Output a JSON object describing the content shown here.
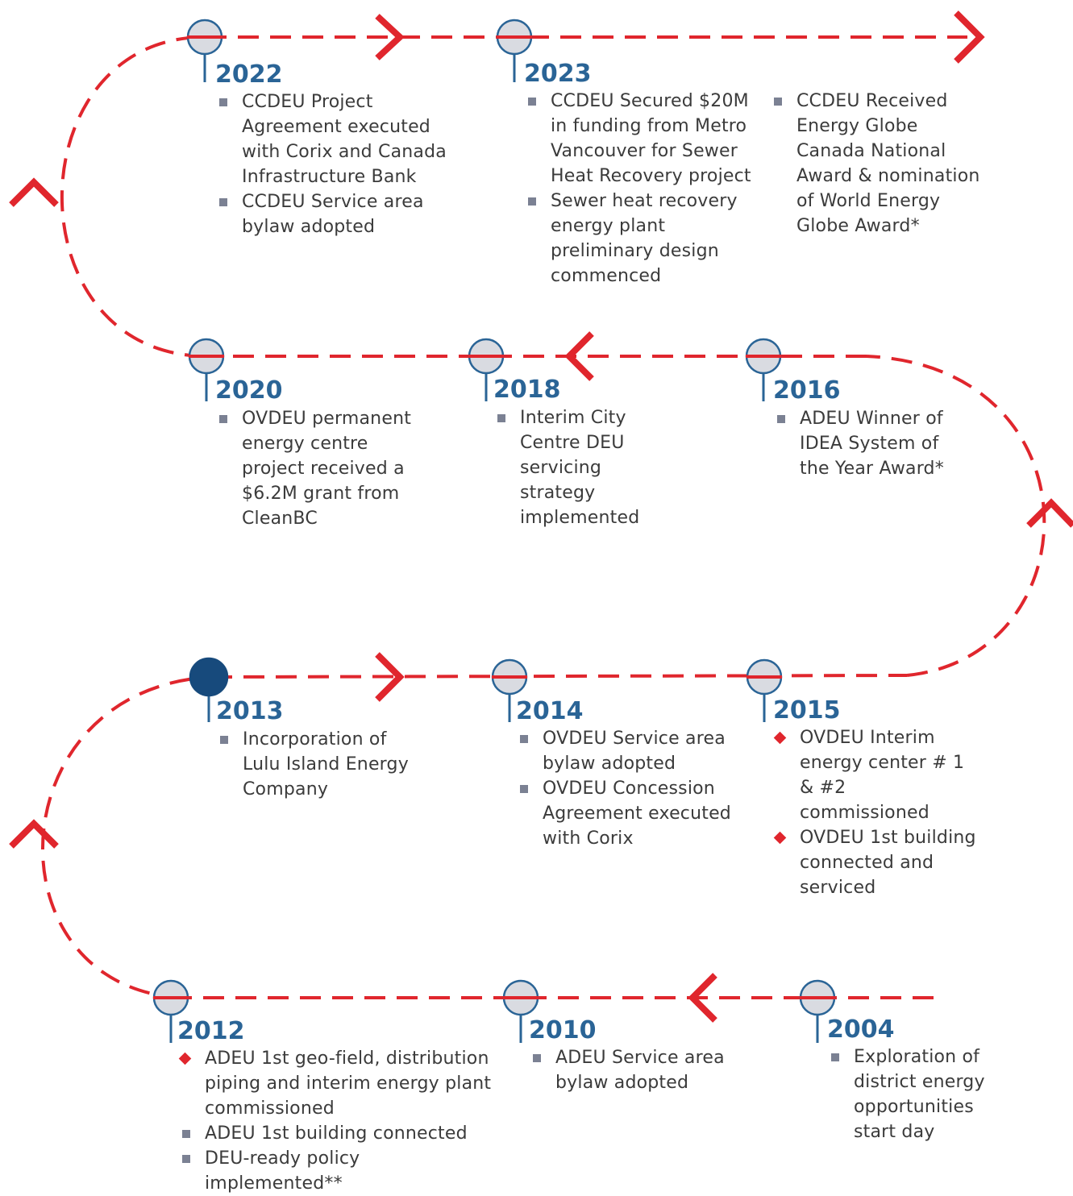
{
  "colors": {
    "path": "#e0262d",
    "year_text": "#2a6496",
    "body_text": "#3b3b3b",
    "square_bullet": "#7b8193",
    "diamond_bullet": "#e0262d",
    "milestone_fill": "#d9dbe1",
    "milestone_outline": "#2a6496",
    "milestone_current": "#174a7c"
  },
  "milestones": [
    {
      "year": "2004",
      "items": [
        {
          "marker": "square",
          "text": "Exploration of district energy opportunities start day"
        }
      ]
    },
    {
      "year": "2010",
      "items": [
        {
          "marker": "square",
          "text": "ADEU Service area bylaw adopted"
        }
      ]
    },
    {
      "year": "2012",
      "items": [
        {
          "marker": "diamond",
          "text": "ADEU 1st geo-field, distribution piping and interim energy plant commissioned"
        },
        {
          "marker": "square",
          "text": "ADEU 1st building connected"
        },
        {
          "marker": "square",
          "text": "DEU-ready policy implemented**"
        }
      ]
    },
    {
      "year": "2013",
      "highlighted": true,
      "items": [
        {
          "marker": "square",
          "text": "Incorporation of Lulu Island Energy Company"
        }
      ]
    },
    {
      "year": "2014",
      "items": [
        {
          "marker": "square",
          "text": "OVDEU Service area bylaw adopted"
        },
        {
          "marker": "square",
          "text": "OVDEU Concession Agreement executed with Corix"
        }
      ]
    },
    {
      "year": "2015",
      "items": [
        {
          "marker": "diamond",
          "text": "OVDEU Interim energy center # 1 & #2 commissioned"
        },
        {
          "marker": "diamond",
          "text": "OVDEU 1st building connected and serviced"
        }
      ]
    },
    {
      "year": "2016",
      "items": [
        {
          "marker": "square",
          "text": "ADEU Winner of IDEA System of the Year Award*"
        }
      ]
    },
    {
      "year": "2018",
      "items": [
        {
          "marker": "square",
          "text": "Interim City Centre DEU servicing strategy implemented"
        }
      ]
    },
    {
      "year": "2020",
      "items": [
        {
          "marker": "square",
          "text": "OVDEU permanent energy centre project received a $6.2M grant from CleanBC"
        }
      ]
    },
    {
      "year": "2022",
      "items": [
        {
          "marker": "square",
          "text": "CCDEU Project Agreement executed with Corix and Canada Infrastructure Bank"
        },
        {
          "marker": "square",
          "text": "CCDEU Service area bylaw adopted"
        }
      ]
    },
    {
      "year": "2023",
      "items": [
        {
          "marker": "square",
          "text": "CCDEU Secured $20M in funding from Metro Vancouver for Sewer Heat Recovery project"
        },
        {
          "marker": "square",
          "text": "Sewer heat recovery energy plant preliminary design commenced"
        }
      ]
    },
    {
      "year": "",
      "items": [
        {
          "marker": "square",
          "text": "CCDEU Received Energy Globe Canada National Award & nomination of World Energy Globe Award*"
        }
      ]
    }
  ]
}
